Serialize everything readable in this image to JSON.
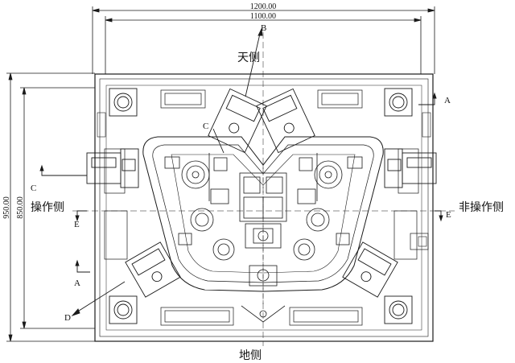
{
  "dimensions": {
    "overall_width": "1200.00",
    "inner_width": "1100.00",
    "overall_height": "950.00",
    "inner_height": "850.00"
  },
  "side_labels": {
    "top": "天侧",
    "bottom": "地侧",
    "left": "操作侧",
    "right": "非操作侧"
  },
  "section_markers": {
    "a_right": "A",
    "a_left": "A",
    "b_top": "B",
    "c_left": "C",
    "c_upper": "C",
    "d_lower": "D",
    "e_left": "E",
    "e_right": "E"
  },
  "colors": {
    "line": "#1a1a1a",
    "background": "#ffffff"
  }
}
